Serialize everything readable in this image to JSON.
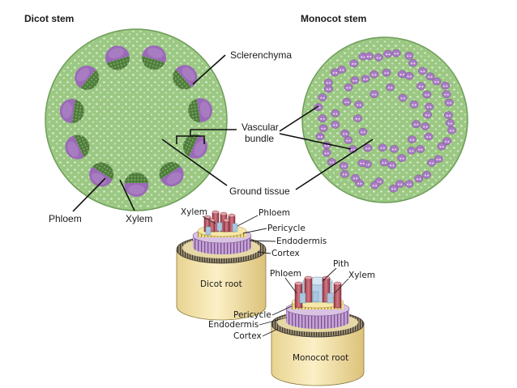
{
  "stems": {
    "dicot_title": "Dicot stem",
    "monocot_title": "Monocot stem",
    "labels": {
      "sclerenchyma": "Sclerenchyma",
      "vascular_line1": "Vascular",
      "vascular_line2": "bundle",
      "ground_tissue": "Ground tissue",
      "phloem": "Phloem",
      "xylem": "Xylem"
    }
  },
  "roots": {
    "dicot_title": "Dicot root",
    "monocot_title": "Monocot root",
    "labels": {
      "dicot_xylem": "Xylem",
      "dicot_phloem": "Phloem",
      "dicot_pericycle": "Pericycle",
      "dicot_endodermis": "Endodermis",
      "dicot_cortex": "Cortex",
      "mono_pith": "Pith",
      "mono_phloem": "Phloem",
      "mono_xylem": "Xylem",
      "mono_pericycle": "Pericycle",
      "mono_endodermis": "Endodermis",
      "mono_cortex": "Cortex"
    }
  },
  "colors": {
    "ground": "#9bc883",
    "ground_edge": "#6f9e5a",
    "phloem_purple": "#9a6ab8",
    "xylem_green": "#4f7d3c",
    "root_cortex": "#f2e2ac",
    "root_red": "#b9525e",
    "root_blue": "#a9c7e0"
  }
}
